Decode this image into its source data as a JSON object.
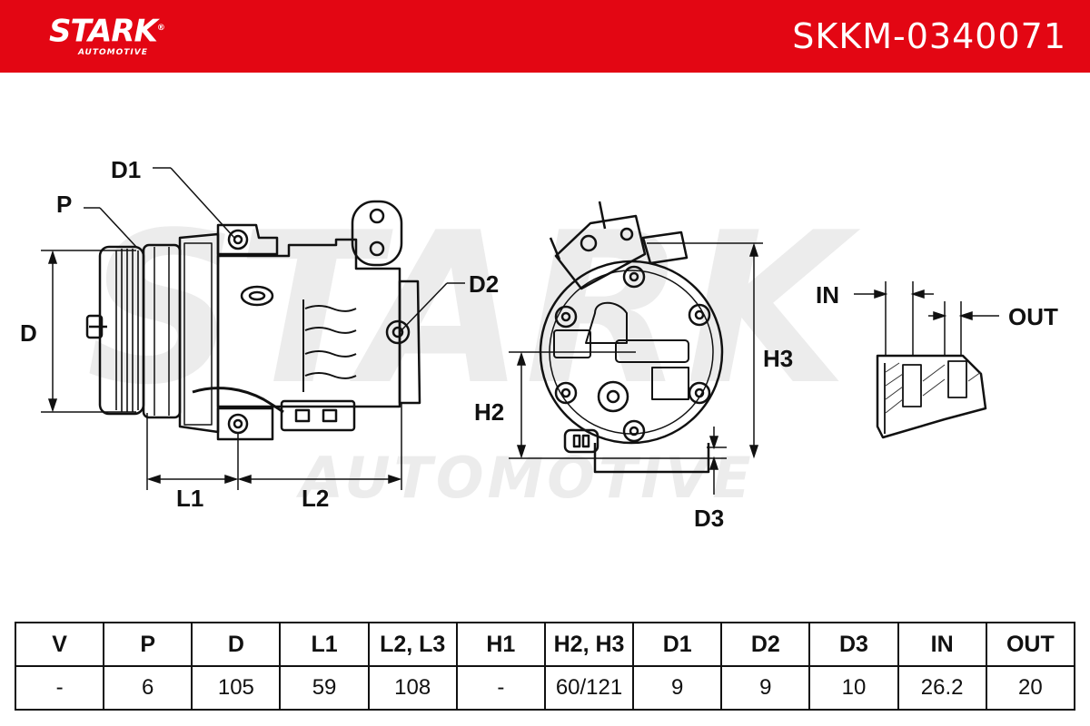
{
  "header": {
    "brand": "STARK",
    "brand_sub": "AUTOMOTIVE",
    "part_number": "SKKM-0340071",
    "background_color": "#e30613"
  },
  "watermark": {
    "line1": "STARK",
    "line2": "AUTOMOTIVE"
  },
  "drawing_labels": {
    "d1": "D1",
    "p": "P",
    "d": "D",
    "d2": "D2",
    "l1": "L1",
    "l2": "L2",
    "h2": "H2",
    "h3": "H3",
    "d3": "D3",
    "in": "IN",
    "out": "OUT"
  },
  "spec_table": {
    "headers": [
      "V",
      "P",
      "D",
      "L1",
      "L2, L3",
      "H1",
      "H2, H3",
      "D1",
      "D2",
      "D3",
      "IN",
      "OUT"
    ],
    "values": [
      "-",
      "6",
      "105",
      "59",
      "108",
      "-",
      "60/121",
      "9",
      "9",
      "10",
      "26.2",
      "20"
    ]
  }
}
